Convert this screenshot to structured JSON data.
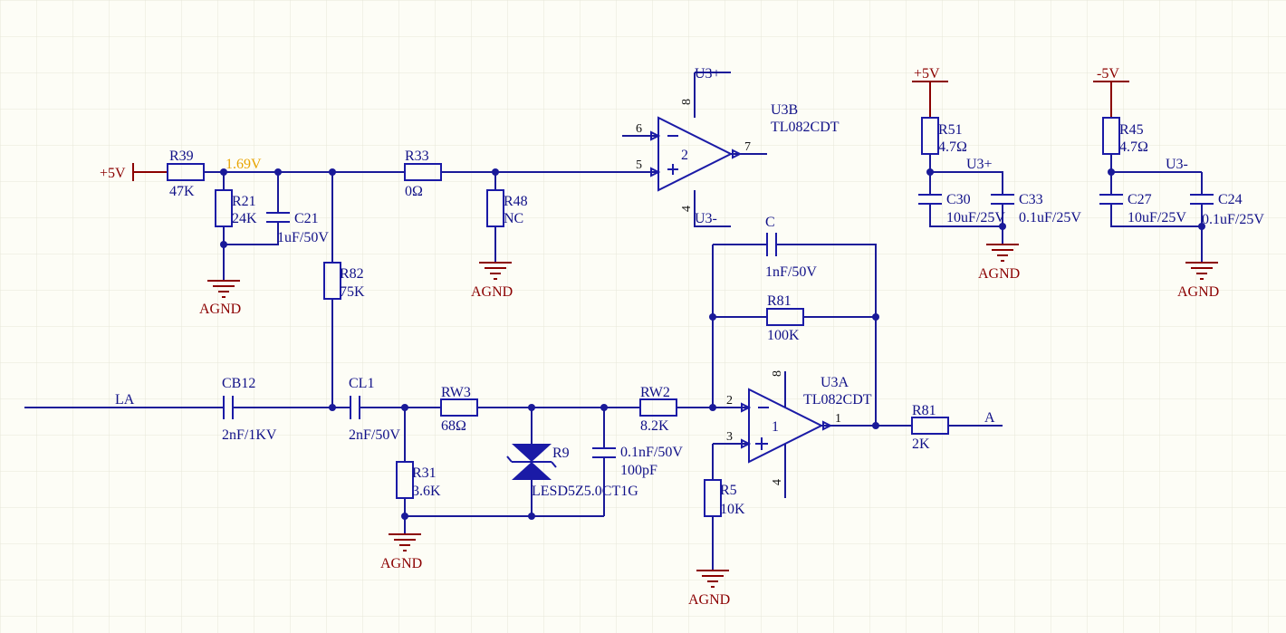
{
  "nets": {
    "vplus_left": "+5V",
    "bias_node": "1.69V",
    "la": "LA",
    "a": "A",
    "agnd": "AGND",
    "u3plus": "U3+",
    "u3minus": "U3-",
    "vplus_right": "+5V",
    "vminus_right": "-5V"
  },
  "components": {
    "r39": {
      "ref": "R39",
      "value": "47K"
    },
    "r21": {
      "ref": "R21",
      "value": "24K"
    },
    "c21": {
      "ref": "C21",
      "value": "1uF/50V"
    },
    "r33": {
      "ref": "R33",
      "value": "0Ω"
    },
    "r48": {
      "ref": "R48",
      "value": "NC"
    },
    "r82": {
      "ref": "R82",
      "value": "75K"
    },
    "u3b": {
      "ref": "U3B",
      "value": "TL082CDT",
      "unit": "2"
    },
    "u3a": {
      "ref": "U3A",
      "value": "TL082CDT",
      "unit": "1"
    },
    "r51": {
      "ref": "R51",
      "value": "4.7Ω"
    },
    "c30": {
      "ref": "C30",
      "value": "10uF/25V"
    },
    "c33": {
      "ref": "C33",
      "value": "0.1uF/25V"
    },
    "r45": {
      "ref": "R45",
      "value": "4.7Ω"
    },
    "c27": {
      "ref": "C27",
      "value": "10uF/25V"
    },
    "c24": {
      "ref": "C24",
      "value": "0.1uF/25V"
    },
    "c_fb": {
      "ref": "C",
      "value": "1nF/50V"
    },
    "r81_fb": {
      "ref": "R81",
      "value": "100K"
    },
    "cb12": {
      "ref": "CB12",
      "value": "2nF/1KV"
    },
    "cl1": {
      "ref": "CL1",
      "value": "2nF/50V"
    },
    "rw3": {
      "ref": "RW3",
      "value": "68Ω"
    },
    "rw2": {
      "ref": "RW2",
      "value": "8.2K"
    },
    "r31": {
      "ref": "R31",
      "value": "3.6K"
    },
    "r9": {
      "ref": "R9",
      "value": "LESD5Z5.0CT1G"
    },
    "c_shunt": {
      "value1": "0.1nF/50V",
      "value2": "100pF"
    },
    "r5": {
      "ref": "R5",
      "value": "10K"
    },
    "r81_out": {
      "ref": "R81",
      "value": "2K"
    }
  },
  "pins": {
    "u3b": {
      "inv": "6",
      "noninv": "5",
      "out": "7",
      "vpos": "8",
      "vneg": "4"
    },
    "u3a": {
      "inv": "2",
      "noninv": "3",
      "out": "1",
      "vpos": "8",
      "vneg": "4"
    }
  },
  "colors": {
    "wire": "#1a1a99",
    "component": "#1a1aa6",
    "power": "#8b0000",
    "highlight": "#e8a400",
    "background": "#fdfdf6"
  }
}
